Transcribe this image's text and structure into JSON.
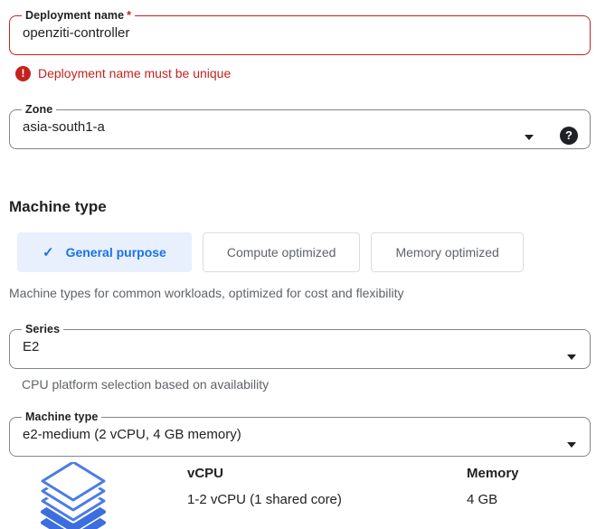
{
  "form": {
    "deployment_name": {
      "label": "Deployment name",
      "required_marker": "*",
      "value": "openziti-controller",
      "error_message": "Deployment name must be unique"
    },
    "zone": {
      "label": "Zone",
      "value": "asia-south1-a"
    }
  },
  "machine_type_section": {
    "heading": "Machine type",
    "tabs": [
      {
        "label": "General purpose",
        "selected": true
      },
      {
        "label": "Compute optimized",
        "selected": false
      },
      {
        "label": "Memory optimized",
        "selected": false
      }
    ],
    "description": "Machine types for common workloads, optimized for cost and flexibility",
    "series": {
      "label": "Series",
      "value": "E2",
      "helper_text": "CPU platform selection based on availability"
    },
    "machine_type": {
      "label": "Machine type",
      "value": "e2-medium (2 vCPU, 4 GB memory)"
    },
    "specs": {
      "icon": "layers-stack-icon",
      "columns": [
        {
          "header": "vCPU",
          "value": "1-2 vCPU (1 shared core)"
        },
        {
          "header": "Memory",
          "value": "4 GB"
        }
      ]
    }
  },
  "icons": {
    "check": "✓",
    "help": "?",
    "error": "!"
  },
  "colors": {
    "error_red": "#c5221f",
    "accent_blue": "#1a73e8",
    "selected_tab_bg": "#e8f0fe",
    "text_primary": "#202124",
    "text_secondary": "#5f6368",
    "field_border": "#80868b",
    "tab_border": "#dadce0",
    "icon_blue_outline": "#4b7be8",
    "icon_blue_fill": "#3d6ede"
  }
}
